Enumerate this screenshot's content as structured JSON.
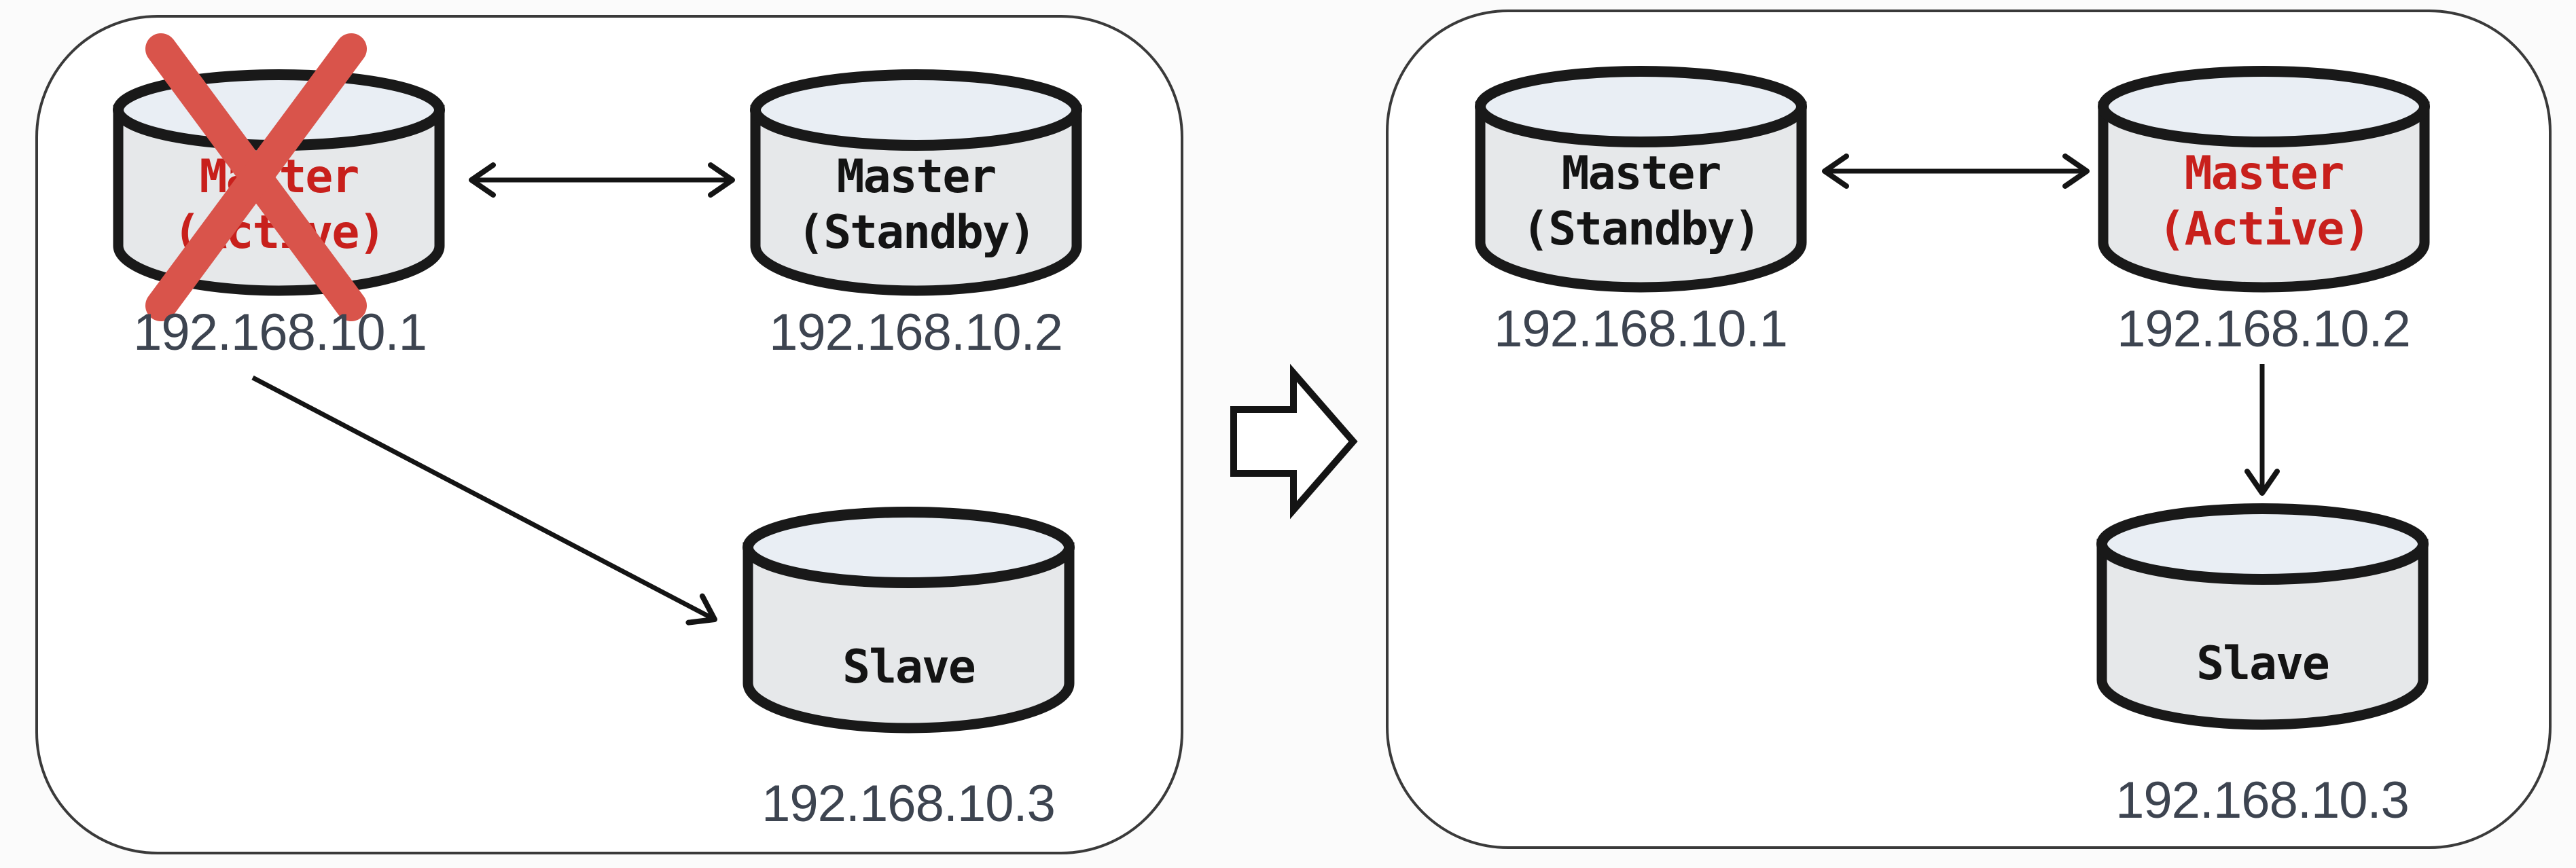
{
  "diagram": {
    "panels": [
      {
        "name": "before-failover",
        "nodes": [
          {
            "line1": "Master",
            "line2": "(Active)",
            "ip": "192.168.10.1",
            "crossed_out": true
          },
          {
            "line1": "Master",
            "line2": "(Standby)",
            "ip": "192.168.10.2",
            "crossed_out": false
          },
          {
            "line1": "Slave",
            "line2": "",
            "ip": "192.168.10.3",
            "crossed_out": false
          }
        ]
      },
      {
        "name": "after-failover",
        "nodes": [
          {
            "line1": "Master",
            "line2": "(Standby)",
            "ip": "192.168.10.1",
            "crossed_out": false
          },
          {
            "line1": "Master",
            "line2": "(Active)",
            "ip": "192.168.10.2",
            "crossed_out": false
          },
          {
            "line1": "Slave",
            "line2": "",
            "ip": "192.168.10.3",
            "crossed_out": false
          }
        ]
      }
    ],
    "icons": {
      "database-cylinder-icon": "cylinder",
      "cross-out-icon": "X",
      "bidirectional-arrow-icon": "↔",
      "replication-arrow-icon": "→",
      "transition-block-arrow-icon": "⇨"
    },
    "colors": {
      "active_label_red": "#c8201c",
      "failed_cross_red": "#d9544b",
      "label_black": "#141414",
      "ip_gray": "#3d4450",
      "cylinder_body": "#e6e8ea",
      "cylinder_top": "#e9eef4",
      "cylinder_outline": "#191919",
      "panel_border": "#3a3a3a",
      "background": "#fbfbfb"
    }
  }
}
